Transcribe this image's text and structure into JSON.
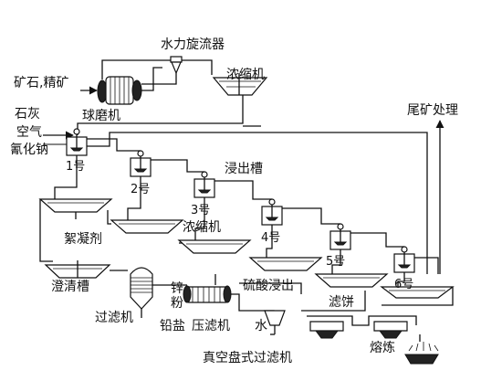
{
  "labels": {
    "hydrocyclone": "水力旋流器",
    "ore_feed": "矿石,精矿",
    "thickener_top": "浓缩机",
    "ball_mill": "球磨机",
    "lime": "石灰",
    "air": "空气",
    "cyanide": "氰化钠",
    "tailings": "尾矿处理",
    "tank1": "1号",
    "tank2": "2号",
    "tank3": "3号",
    "tank4": "4号",
    "tank5": "5号",
    "tank6": "6号",
    "leach_tank": "浸出槽",
    "flocculant": "絮凝剂",
    "thickener_mid": "浓缩机",
    "clarifier": "澄清槽",
    "sulfuric_leach": "硫酸浸出",
    "filter_cake": "滤饼",
    "zinc": "锌",
    "powder": "粉",
    "filter": "过滤机",
    "lead_salt": "铅盐",
    "press_filter": "压滤机",
    "water": "水",
    "smelting": "熔炼",
    "vacuum_filter": "真空盘式过滤机"
  }
}
